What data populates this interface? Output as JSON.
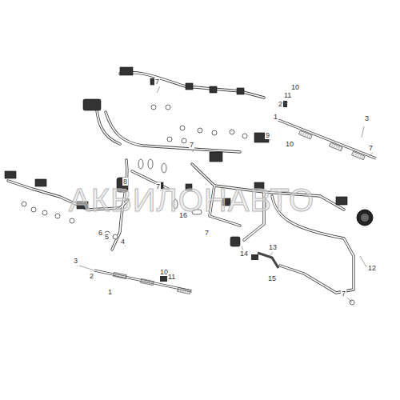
{
  "diagram": {
    "labels": [
      "7",
      "10",
      "11",
      "2",
      "1",
      "3",
      "9",
      "10",
      "7",
      "7",
      "8",
      "7",
      "16",
      "7",
      "6",
      "5",
      "4",
      "13",
      "14",
      "12",
      "15",
      "3",
      "10",
      "11",
      "2",
      "1",
      "7",
      "АКВИЛОНАВТО"
    ]
  }
}
